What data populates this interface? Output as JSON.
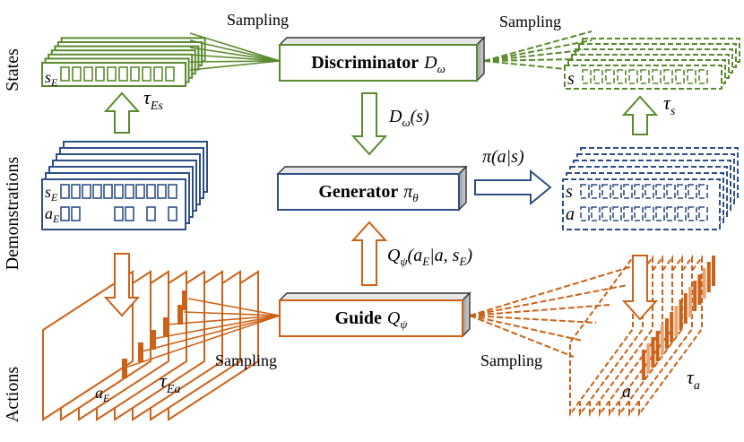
{
  "row_labels": {
    "states": "States",
    "demonstrations": "Demonstrations",
    "actions": "Actions"
  },
  "boxes": {
    "discriminator": {
      "name": "Discriminator",
      "symbol": "D",
      "sub": "ω"
    },
    "generator": {
      "name": "Generator",
      "symbol": "π",
      "sub": "θ"
    },
    "guide": {
      "name": "Guide",
      "symbol": "Q",
      "sub": "ψ"
    }
  },
  "sampling_labels": {
    "top_left": "Sampling",
    "top_right": "Sampling",
    "bottom_left": "Sampling",
    "bottom_right": "Sampling"
  },
  "math_labels": {
    "tau_es": {
      "base": "τ",
      "sub": "Es"
    },
    "tau_s": {
      "base": "τ",
      "sub": "s"
    },
    "tau_ea": {
      "base": "τ",
      "sub": "Ea"
    },
    "tau_a": {
      "base": "τ",
      "sub": "a"
    },
    "d_omega_s": {
      "text": "D",
      "sub": "ω",
      "tail": "(s)"
    },
    "pi_a_s": {
      "text": "π(a|s)"
    },
    "q_psi": {
      "text": "Q",
      "sub": "ψ",
      "mid": "(a",
      "sub2": "E",
      "mid2": "|a, s",
      "sub3": "E",
      "tail": ")"
    }
  },
  "stack_labels": {
    "expert_state": {
      "base": "s",
      "sub": "E"
    },
    "expert_action": {
      "base": "a",
      "sub": "E"
    },
    "gen_state": "s",
    "gen_action": "a",
    "expert_action_slice": {
      "base": "a",
      "sub": "E"
    },
    "gen_action_slice": "a"
  },
  "colors": {
    "green": "#5a8a2e",
    "blue": "#2e4f86",
    "orange": "#cc6218",
    "box_border": "#333333",
    "box_shade": "#b3b3b3"
  }
}
